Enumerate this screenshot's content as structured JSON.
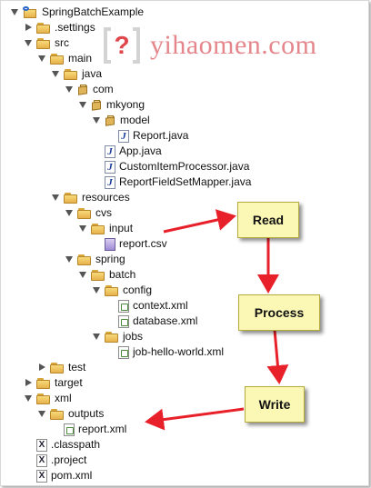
{
  "watermark": {
    "text": "yihaomen.com",
    "color": "#e4868b",
    "icon": "question-mark-bracket-icon"
  },
  "tree": [
    {
      "label": "SpringBatchExample",
      "depth": 0,
      "twisty": "expanded",
      "icon": "project-icon"
    },
    {
      "label": ".settings",
      "depth": 1,
      "twisty": "collapsed",
      "icon": "folder-icon"
    },
    {
      "label": "src",
      "depth": 1,
      "twisty": "expanded",
      "icon": "folder-icon"
    },
    {
      "label": "main",
      "depth": 2,
      "twisty": "expanded",
      "icon": "folder-icon"
    },
    {
      "label": "java",
      "depth": 3,
      "twisty": "expanded",
      "icon": "folder-icon"
    },
    {
      "label": "com",
      "depth": 4,
      "twisty": "expanded",
      "icon": "package-icon"
    },
    {
      "label": "mkyong",
      "depth": 5,
      "twisty": "expanded",
      "icon": "package-icon"
    },
    {
      "label": "model",
      "depth": 6,
      "twisty": "expanded",
      "icon": "package-icon"
    },
    {
      "label": "Report.java",
      "depth": 7,
      "twisty": "none",
      "icon": "java-file-icon"
    },
    {
      "label": "App.java",
      "depth": 6,
      "twisty": "none",
      "icon": "java-file-icon"
    },
    {
      "label": "CustomItemProcessor.java",
      "depth": 6,
      "twisty": "none",
      "icon": "java-file-icon"
    },
    {
      "label": "ReportFieldSetMapper.java",
      "depth": 6,
      "twisty": "none",
      "icon": "java-file-icon"
    },
    {
      "label": "resources",
      "depth": 3,
      "twisty": "expanded",
      "icon": "folder-icon"
    },
    {
      "label": "cvs",
      "depth": 4,
      "twisty": "expanded",
      "icon": "folder-icon"
    },
    {
      "label": "input",
      "depth": 5,
      "twisty": "expanded",
      "icon": "folder-icon"
    },
    {
      "label": "report.csv",
      "depth": 6,
      "twisty": "none",
      "icon": "csv-file-icon"
    },
    {
      "label": "spring",
      "depth": 4,
      "twisty": "expanded",
      "icon": "folder-icon"
    },
    {
      "label": "batch",
      "depth": 5,
      "twisty": "expanded",
      "icon": "folder-icon"
    },
    {
      "label": "config",
      "depth": 6,
      "twisty": "expanded",
      "icon": "folder-icon"
    },
    {
      "label": "context.xml",
      "depth": 7,
      "twisty": "none",
      "icon": "xml-file-icon"
    },
    {
      "label": "database.xml",
      "depth": 7,
      "twisty": "none",
      "icon": "xml-file-icon"
    },
    {
      "label": "jobs",
      "depth": 6,
      "twisty": "expanded",
      "icon": "folder-icon"
    },
    {
      "label": "job-hello-world.xml",
      "depth": 7,
      "twisty": "none",
      "icon": "xml-file-icon"
    },
    {
      "label": "test",
      "depth": 2,
      "twisty": "collapsed",
      "icon": "folder-icon"
    },
    {
      "label": "target",
      "depth": 1,
      "twisty": "collapsed",
      "icon": "folder-icon"
    },
    {
      "label": "xml",
      "depth": 1,
      "twisty": "expanded",
      "icon": "folder-icon"
    },
    {
      "label": "outputs",
      "depth": 2,
      "twisty": "expanded",
      "icon": "folder-icon"
    },
    {
      "label": "report.xml",
      "depth": 3,
      "twisty": "none",
      "icon": "xml-file-icon"
    },
    {
      "label": ".classpath",
      "depth": 1,
      "twisty": "none",
      "icon": "x-file-icon"
    },
    {
      "label": ".project",
      "depth": 1,
      "twisty": "none",
      "icon": "x-file-icon"
    },
    {
      "label": "pom.xml",
      "depth": 1,
      "twisty": "none",
      "icon": "x-file-icon"
    }
  ],
  "callouts": {
    "read": "Read",
    "process": "Process",
    "write": "Write"
  },
  "colors": {
    "arrow": "#e8202a",
    "callout_bg": "#fbf8b6"
  }
}
